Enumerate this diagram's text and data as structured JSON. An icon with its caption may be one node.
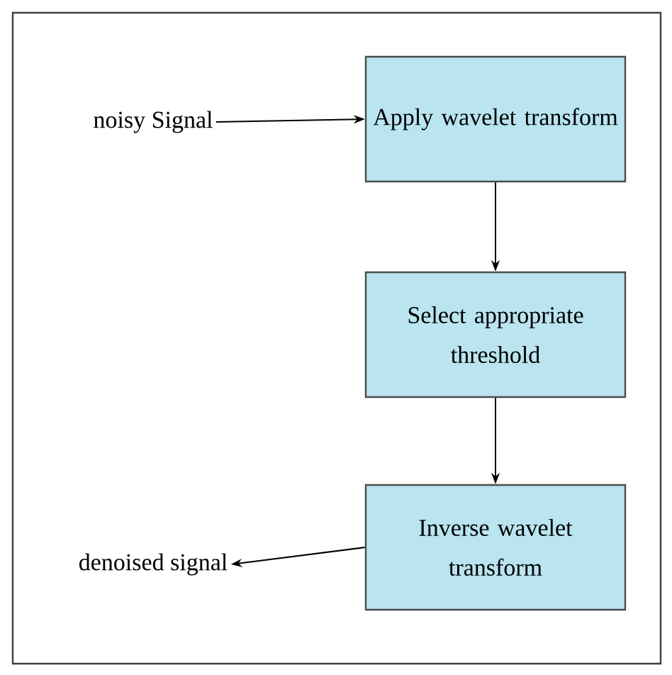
{
  "diagram": {
    "nodes": [
      {
        "text": [
          "noisy Signal"
        ]
      },
      {
        "text": [
          "Apply wavelet transform"
        ]
      },
      {
        "text": [
          "Select appropriate threshold"
        ]
      },
      {
        "text": [
          "Inverse wavelet transform"
        ]
      },
      {
        "text": [
          "denoised signal"
        ]
      }
    ],
    "edges": [
      {
        "from": 0,
        "to": 1,
        "arrow": "to"
      },
      {
        "from": 1,
        "to": 2,
        "arrow": "to"
      },
      {
        "from": 2,
        "to": 3,
        "arrow": "to"
      },
      {
        "from": 3,
        "to": 4,
        "arrow": "to"
      }
    ]
  }
}
